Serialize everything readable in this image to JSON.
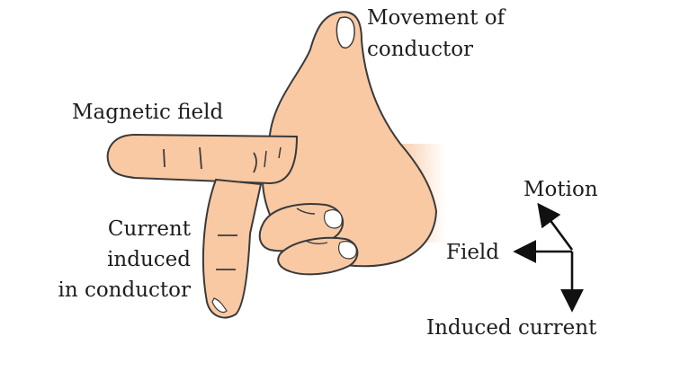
{
  "labels": {
    "thumb_line1": "Movement of",
    "thumb_line2": "conductor",
    "index": "Magnetic field",
    "middle_line1": "Current",
    "middle_line2": "induced",
    "middle_line3": "in conductor"
  },
  "axes": {
    "motion": "Motion",
    "field": "Field",
    "current": "Induced current"
  },
  "colors": {
    "skin": "#f9c9a4",
    "outline": "#3a3a3a",
    "nail": "#ffffff",
    "text": "#1e1e1e"
  }
}
